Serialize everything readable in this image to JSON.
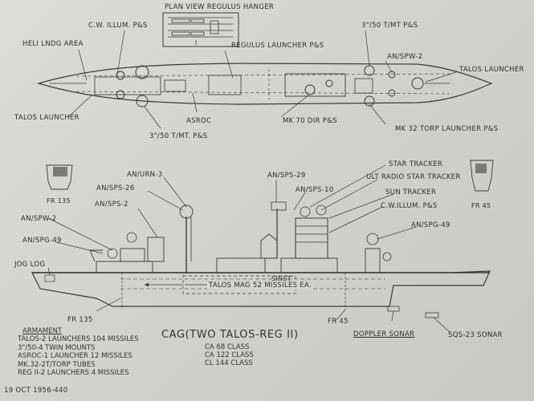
{
  "plan_view": {
    "title": "PLAN VIEW REGULUS HANGER",
    "labels": {
      "cw_illum": "C.W. ILLUM. P&S",
      "heli_area": "HELI LNDG AREA",
      "regulus_launcher": "REGULUS LAUNCHER P&S",
      "gun_fwd": "3\"/50 T/MT P&S",
      "anspw2": "AN/SPW-2",
      "talos_launcher_fwd": "TALOS LAUNCHER",
      "talos_launcher_aft": "TALOS LAUNCHER",
      "asroc": "ASROC",
      "mk70": "MK 70 DIR P&S",
      "mk32": "MK 32 TORP LAUNCHER P&S",
      "gun_aft": "3\"/50 T/MT. P&S"
    }
  },
  "profile": {
    "frames": {
      "fr135_top": "FR 135",
      "fr45_top": "FR 45",
      "fr135_bottom": "FR 135",
      "fr45_bottom": "FR 45"
    },
    "labels": {
      "anurn3": "AN/URN-3",
      "ansps26": "AN/SPS-26",
      "ansps2": "AN/SPS-2",
      "anspw2": "AN/SPW-2",
      "anspg49_aft": "AN/SPG-49",
      "jog_log": "JOG LOG",
      "ansps29": "AN/SPS-29",
      "ansps10": "AN/SPS-10",
      "star_tracker": "STAR TRACKER",
      "ult_radio": "ULT  RADIO STAR TRACKER",
      "sun_tracker": "SUN TRACKER",
      "cw_illum": "C.W.ILLUM. P&S",
      "anspg49_fwd": "AN/SPG-49",
      "sinst": "SINST",
      "talos_mag": "TALOS MAG  52 MISSILES EA.",
      "doppler": "DOPPLER SONAR",
      "sqs23": "SQS-23 SONAR"
    }
  },
  "title": "CAG(TWO TALOS-REG II)",
  "classes": [
    "CA 68 CLASS",
    "CA 122 CLASS",
    "CL 144 CLASS"
  ],
  "armament": {
    "heading": "ARMAMENT",
    "lines": [
      "TALOS-2 LAUNCHERS 104 MISSILES",
      "3\"/50-4 TWIN MOUNTS",
      "ASROC-1 LAUNCHER 12 MISSILES",
      "MK.32-2T/TORP TUBES",
      "REG II-2 LAUNCHERS 4 MISSILES"
    ]
  },
  "date_code": "19 OCT 1956-440"
}
